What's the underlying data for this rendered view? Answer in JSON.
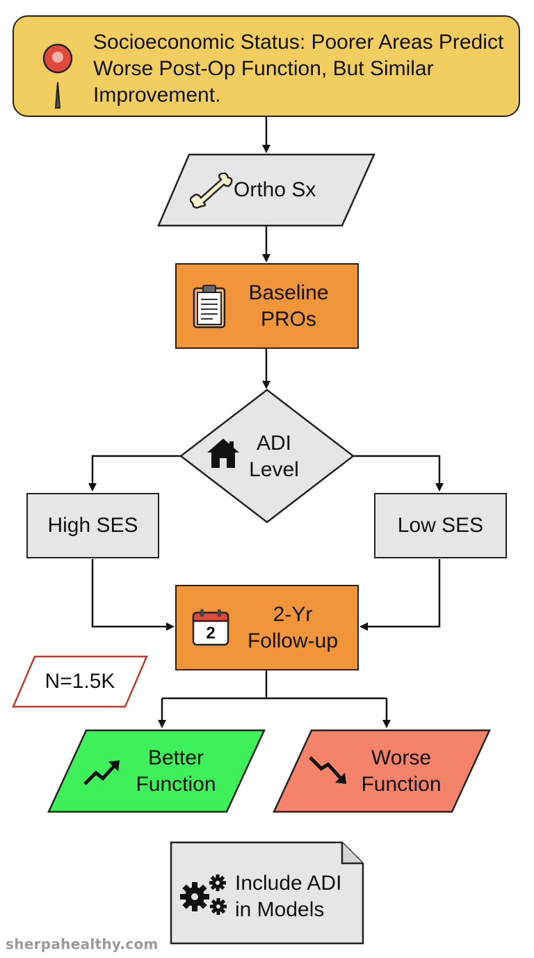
{
  "header": {
    "text": "Socioeconomic Status: Poorer Areas Predict Worse Post-Op Function, But Similar Improvement."
  },
  "nodes": {
    "ortho": {
      "label": "Ortho Sx"
    },
    "baseline": {
      "line1": "Baseline",
      "line2": "PROs"
    },
    "adi": {
      "line1": "ADI",
      "line2": "Level"
    },
    "high_ses": {
      "label": "High SES"
    },
    "low_ses": {
      "label": "Low SES"
    },
    "followup": {
      "line1": "2-Yr",
      "line2": "Follow-up",
      "calendar_number": "2"
    },
    "sample": {
      "label": "N=1.5K"
    },
    "better": {
      "line1": "Better",
      "line2": "Function"
    },
    "worse": {
      "line1": "Worse",
      "line2": "Function"
    },
    "include": {
      "line1": "Include ADI",
      "line2": "in Models"
    }
  },
  "colors": {
    "header_fill": "#f2cd5f",
    "orange_fill": "#f0953a",
    "gray_fill": "#e6e6e6",
    "green_fill": "#3ef05a",
    "red_fill": "#f4836a",
    "sample_border": "#c0392b"
  },
  "icons": [
    "map-pin-icon",
    "bone-icon",
    "clipboard-icon",
    "house-icon",
    "calendar-icon",
    "trend-up-icon",
    "trend-down-icon",
    "gears-icon"
  ],
  "watermark": "sherpahealthy.com"
}
